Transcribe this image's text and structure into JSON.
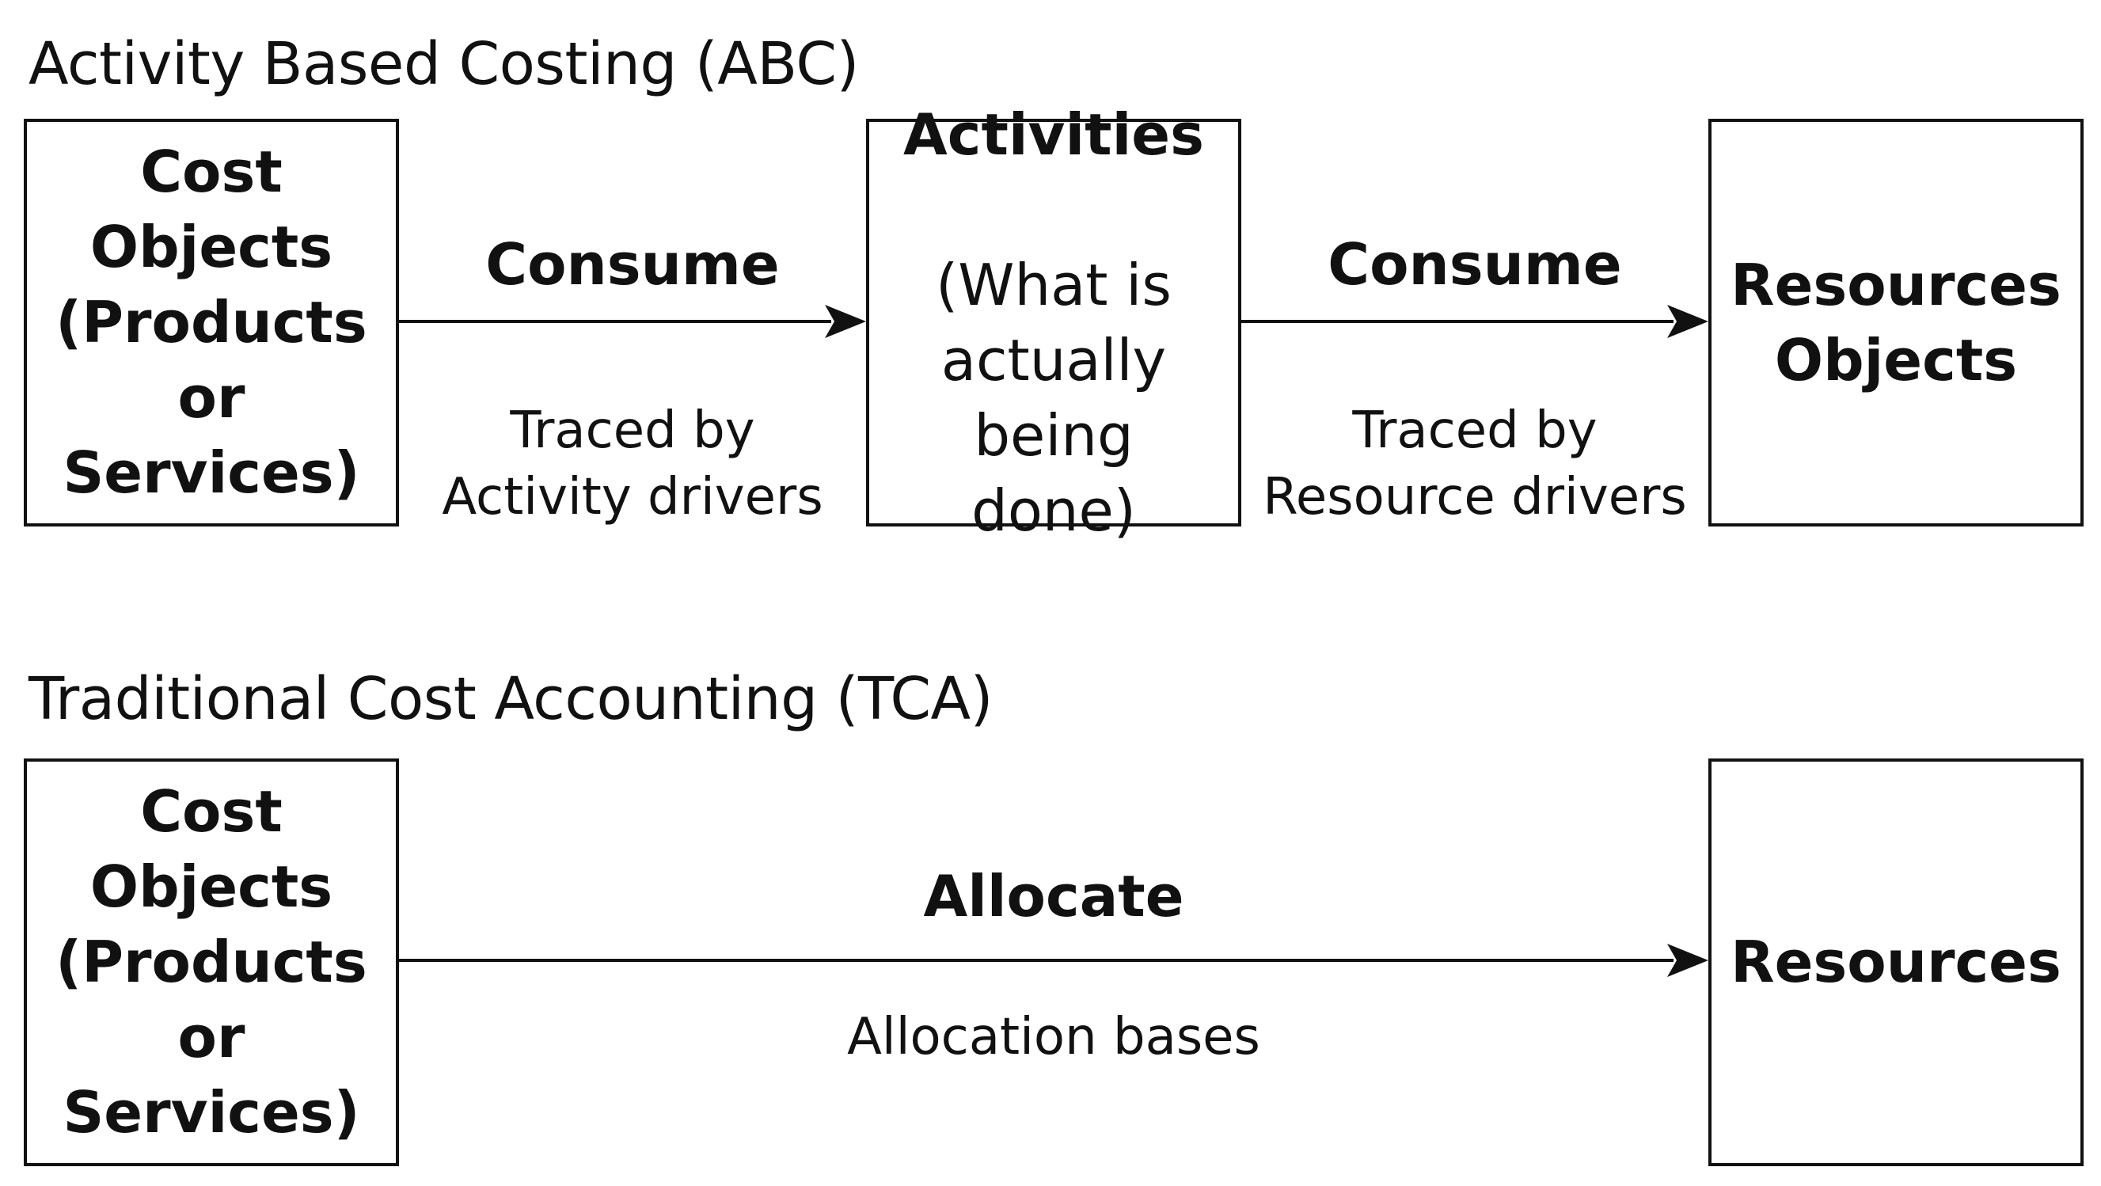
{
  "abc": {
    "title": "Activity Based Costing (ABC)",
    "box_cost_objects": {
      "line1": "Cost\nObjects\n(Products\nor\nServices)"
    },
    "box_activities": {
      "title": "Activities",
      "detail": "(What is\nactually\nbeing\ndone)"
    },
    "box_resources": "Resources\nObjects",
    "link1": {
      "verb": "Consume",
      "note": "Traced by\nActivity drivers"
    },
    "link2": {
      "verb": "Consume",
      "note": "Traced by\nResource drivers"
    }
  },
  "tca": {
    "title": "Traditional Cost Accounting (TCA)",
    "box_cost_objects": "Cost\nObjects\n(Products\nor\nServices)",
    "box_resources": "Resources",
    "link": {
      "verb": "Allocate",
      "note": "Allocation bases"
    }
  },
  "colors": {
    "stroke": "#111111",
    "background": "#ffffff"
  }
}
